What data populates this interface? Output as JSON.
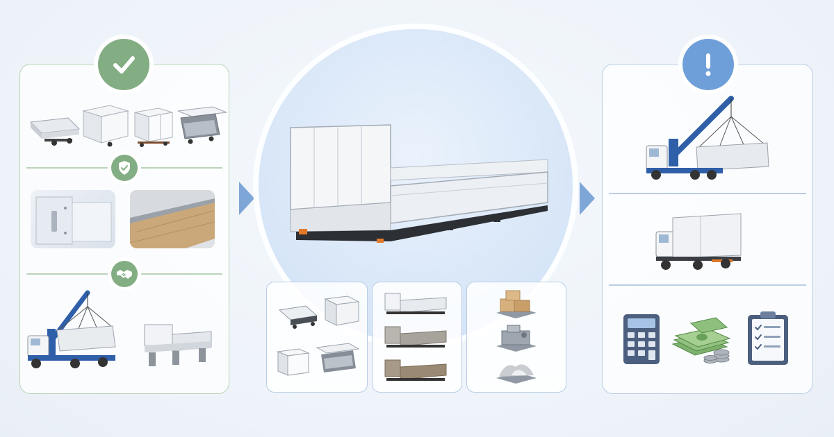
{
  "left_panel": {
    "status_icon": "check-icon",
    "status_color": "#83ad83",
    "section_icons": [
      "shield-check-icon",
      "handshake-icon"
    ],
    "truck_types": [
      "flatbed-truck-body",
      "box-van-body",
      "refrigerated-box-body",
      "open-top-wing-body"
    ],
    "photos": [
      "aluminum-panel-detail",
      "wooden-floor-detail"
    ],
    "equipment": [
      "crane-truck-lifting-body",
      "truck-body-on-stands"
    ]
  },
  "center": {
    "hero": "aluminum-flatbed-truck-body",
    "accent_color": "#7ea6d7",
    "thumb_groups": [
      [
        "flatbed-body",
        "box-body",
        "small-box-body",
        "wing-body"
      ],
      [
        "body-new",
        "body-used",
        "body-rusted"
      ],
      [
        "cardboard-boxes-icon",
        "machinery-icon",
        "gravel-pile-icon"
      ]
    ]
  },
  "right_panel": {
    "status_icon": "exclamation-icon",
    "status_color": "#6f9fd8",
    "illustrations": [
      "crane-truck-lifting-body",
      "truck-with-body-mounted"
    ],
    "icons": [
      "calculator-icon",
      "money-stack-icon",
      "clipboard-checklist-icon"
    ]
  }
}
